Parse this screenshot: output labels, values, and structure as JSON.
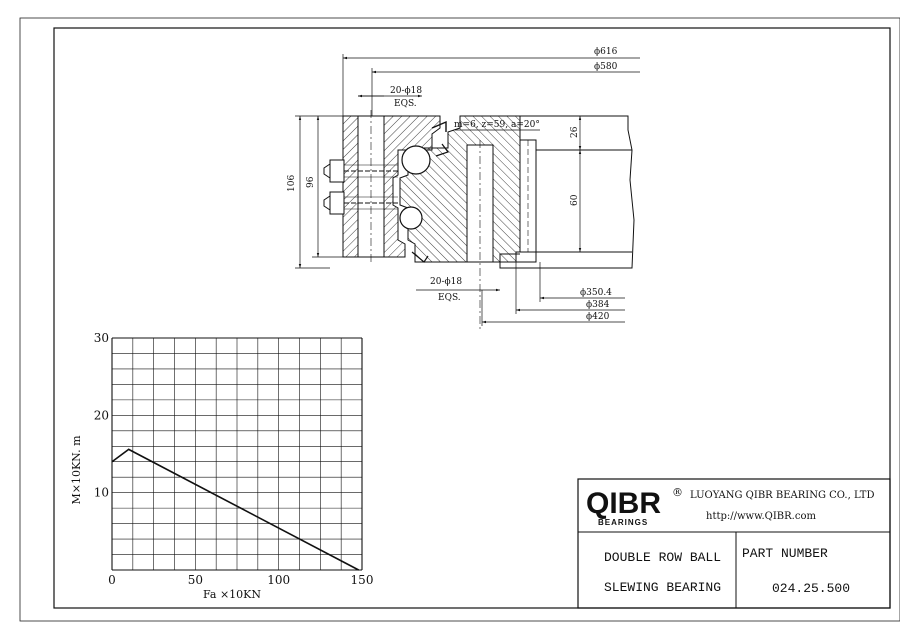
{
  "colors": {
    "ink": "#111111",
    "paper": "#ffffff"
  },
  "drawing": {
    "dimensions": {
      "outer_diameter": "ϕ616",
      "outer_bolt_circle": "ϕ580",
      "outer_holes": "20-ϕ18",
      "outer_holes_note": "EQS.",
      "gear_note": "m=6, z=59, a=20°",
      "height_total": "106",
      "height_outer": "96",
      "height_upper": "26",
      "height_inner": "60",
      "inner_holes": "20-ϕ18",
      "inner_holes_note": "EQS.",
      "inner_d1": "ϕ350.4",
      "inner_d2": "ϕ384",
      "inner_d3": "ϕ420"
    }
  },
  "chart_data": {
    "type": "line",
    "xlabel": "Fa ×10KN",
    "ylabel": "M×10KN. m",
    "xlim": [
      0,
      150
    ],
    "ylim": [
      0,
      30
    ],
    "x_ticks": [
      "0",
      "50",
      "100",
      "150"
    ],
    "y_ticks": [
      "30",
      "20",
      "10"
    ],
    "grid": true,
    "series": [
      {
        "x": [
          0,
          10,
          148
        ],
        "y": [
          14,
          15.6,
          0
        ]
      }
    ]
  },
  "title_block": {
    "logo": "QIBR",
    "logo_sub": "BEARINGS",
    "registered": "®",
    "company": "LUOYANG QIBR BEARING CO., LTD",
    "url": "http://www.QIBR.com",
    "description_line1": "DOUBLE ROW BALL",
    "description_line2": "SLEWING BEARING",
    "part_number_label": "PART  NUMBER",
    "part_number": "024.25.500"
  }
}
